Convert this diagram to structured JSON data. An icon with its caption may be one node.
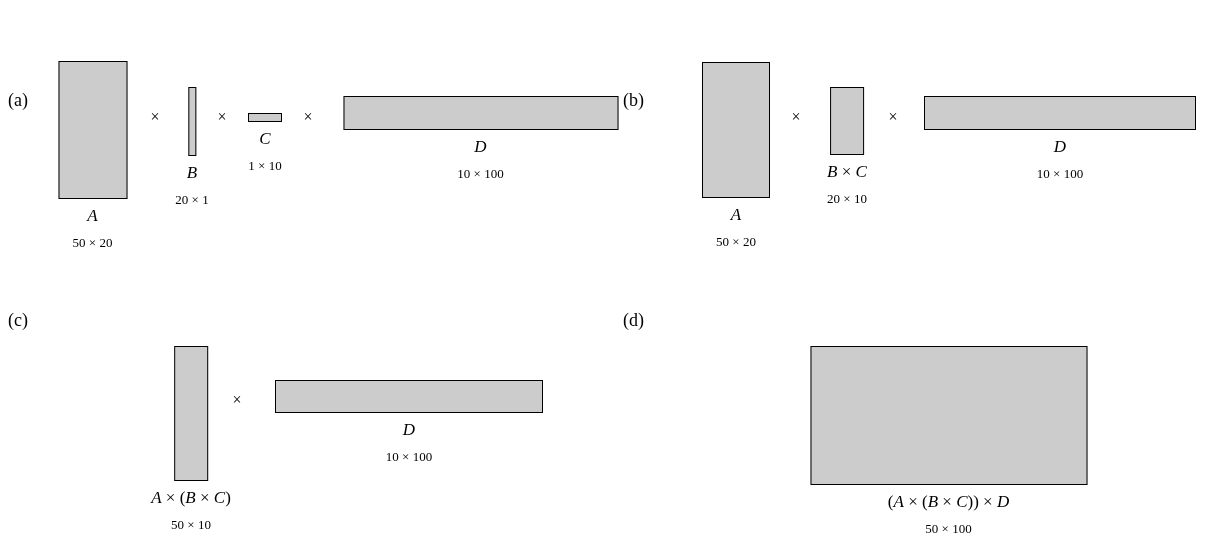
{
  "diagram": {
    "nodes": [
      {
        "text": [
          "A",
          "50 × 20"
        ]
      },
      {
        "text": [
          "B",
          "20 × 1"
        ]
      },
      {
        "text": [
          "C",
          "1 × 10"
        ]
      },
      {
        "text": [
          "D",
          "10 × 100"
        ]
      },
      {
        "text": [
          "A",
          "50 × 20"
        ]
      },
      {
        "text": [
          "*B* × *C*",
          "20 × 10"
        ]
      },
      {
        "text": [
          "D",
          "10 × 100"
        ]
      },
      {
        "text": [
          "*A* × (*B* × *C*)",
          "50 × 10"
        ]
      },
      {
        "text": [
          "D",
          "10 × 100"
        ]
      },
      {
        "text": [
          "(*A* × (*B* × *C*)) × *D*",
          "50 × 100"
        ]
      }
    ],
    "labels": [
      "(a)",
      "×",
      "×",
      "×",
      "(b)",
      "×",
      "×",
      "(c)",
      "×",
      "(d)"
    ]
  }
}
